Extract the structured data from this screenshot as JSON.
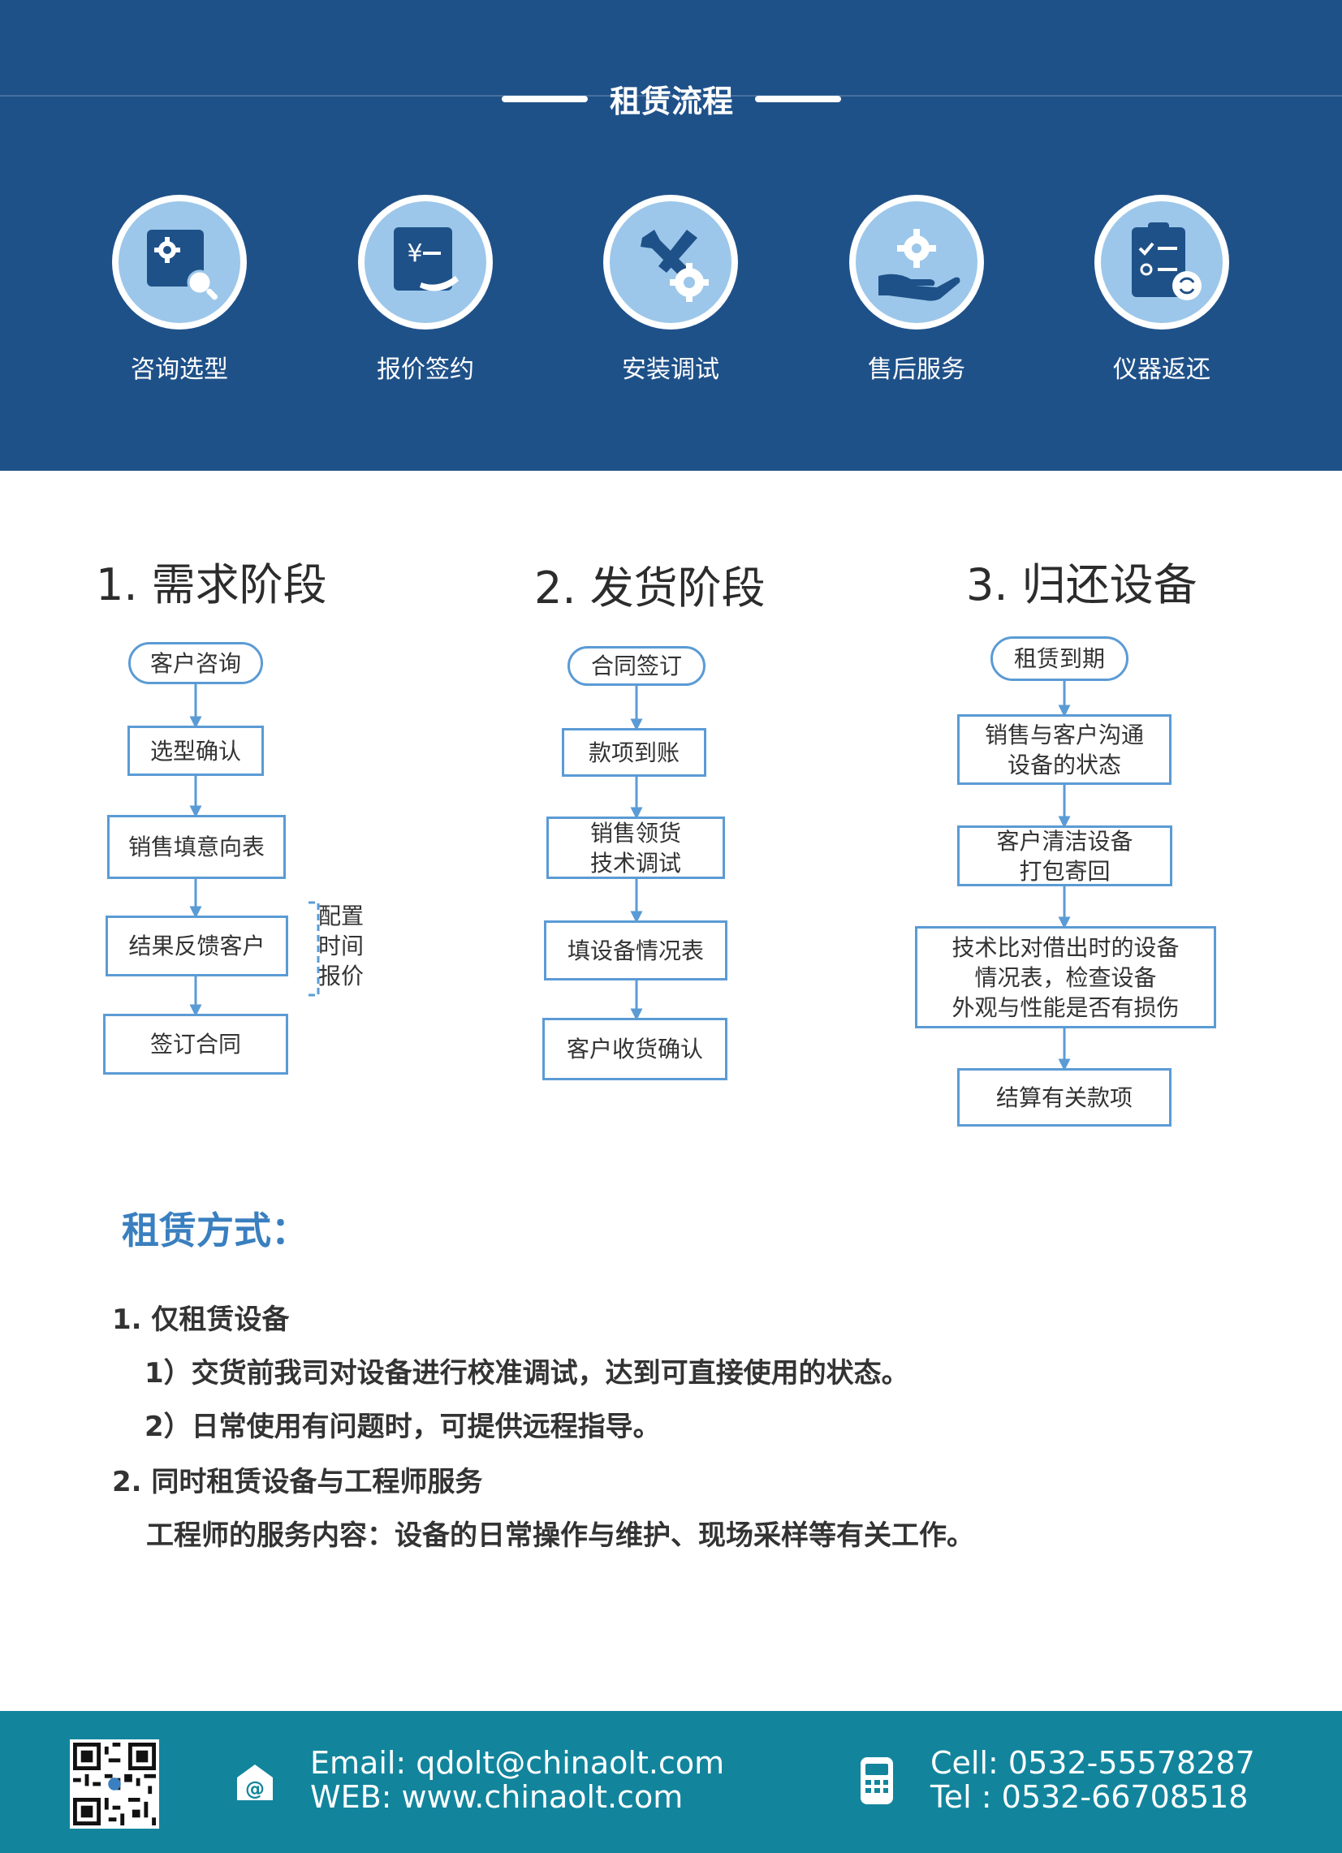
{
  "banner": {
    "title": "租赁流程",
    "steps": [
      {
        "label": "咨询选型",
        "icon": "settings-search-icon"
      },
      {
        "label": "报价签约",
        "icon": "yuan-payment-icon"
      },
      {
        "label": "安装调试",
        "icon": "wrench-gear-icon"
      },
      {
        "label": "售后服务",
        "icon": "hand-gear-icon"
      },
      {
        "label": "仪器返还",
        "icon": "clipboard-return-icon"
      }
    ]
  },
  "phases": [
    {
      "title": "1. 需求阶段",
      "steps": [
        "客户咨询",
        "选型确认",
        "销售填意向表",
        "结果反馈客户",
        "签订合同"
      ],
      "note": [
        "配置",
        "时间",
        "报价"
      ]
    },
    {
      "title": "2. 发货阶段",
      "steps": [
        "合同签订",
        "款项到账",
        "销售领货\n技术调试",
        "填设备情况表",
        "客户收货确认"
      ]
    },
    {
      "title": "3. 归还设备",
      "steps": [
        "租赁到期",
        "销售与客户沟通\n设备的状态",
        "客户清洁设备\n打包寄回",
        "技术比对借出时的设备\n情况表，检查设备\n外观与性能是否有损伤",
        "结算有关款项"
      ]
    }
  ],
  "method": {
    "title": "租赁方式：",
    "lines": [
      "1. 仅租赁设备",
      "1）交货前我司对设备进行校准调试，达到可直接使用的状态。",
      "2）日常使用有问题时，可提供远程指导。",
      "2. 同时租赁设备与工程师服务",
      "工程师的服务内容：设备的日常操作与维护、现场采样等有关工作。"
    ]
  },
  "footer": {
    "email": "Email: qdolt@chinaolt.com",
    "web": "WEB: www.chinaolt.com",
    "cell": "Cell: 0532-55578287",
    "tel": "Tel : 0532-66708518"
  },
  "colors": {
    "banner": "#1f5189",
    "icon_bg": "#9cc7ea",
    "flow_border": "#5b9bd5",
    "method_title": "#3a7fbf",
    "footer": "#12859d"
  }
}
